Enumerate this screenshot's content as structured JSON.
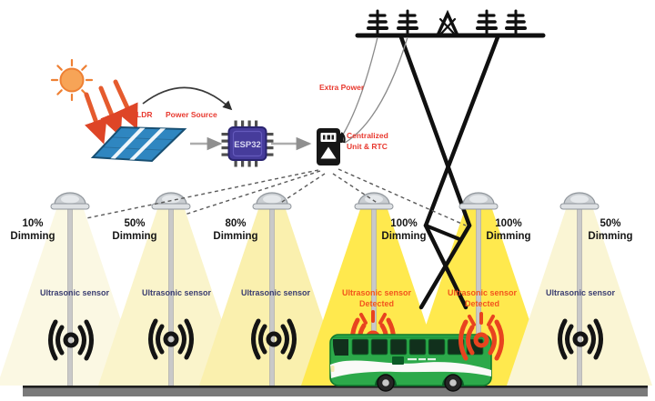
{
  "power_flow": {
    "ldr_label": "LDR",
    "power_source_label": "Power Source",
    "extra_power_label": "Extra Power",
    "esp32_label": "ESP32",
    "centralized_unit_line1": "Centralized",
    "centralized_unit_line2": "Unit & RTC"
  },
  "labels": {
    "dimming": "Dimming",
    "ultrasonic_sensor": "Ultrasonic sensor",
    "detected": "Detected"
  },
  "lamps": [
    {
      "percent": "10%",
      "sensor_state": "idle"
    },
    {
      "percent": "50%",
      "sensor_state": "idle"
    },
    {
      "percent": "80%",
      "sensor_state": "idle"
    },
    {
      "percent": "100%",
      "sensor_state": "detected"
    },
    {
      "percent": "100%",
      "sensor_state": "detected"
    },
    {
      "percent": "50%",
      "sensor_state": "idle"
    }
  ],
  "colors": {
    "label_red": "#E8392F",
    "detected_orange": "#F2551C",
    "sensor_navy": "#3A3D70",
    "bright_cone_yellow": "#FFE94E",
    "dim_cone_yellow": "#FAF4CB",
    "bus_green": "#2CA94A",
    "esp32_purple": "#463C9B",
    "solar_panel_blue": "#2F86C0"
  }
}
